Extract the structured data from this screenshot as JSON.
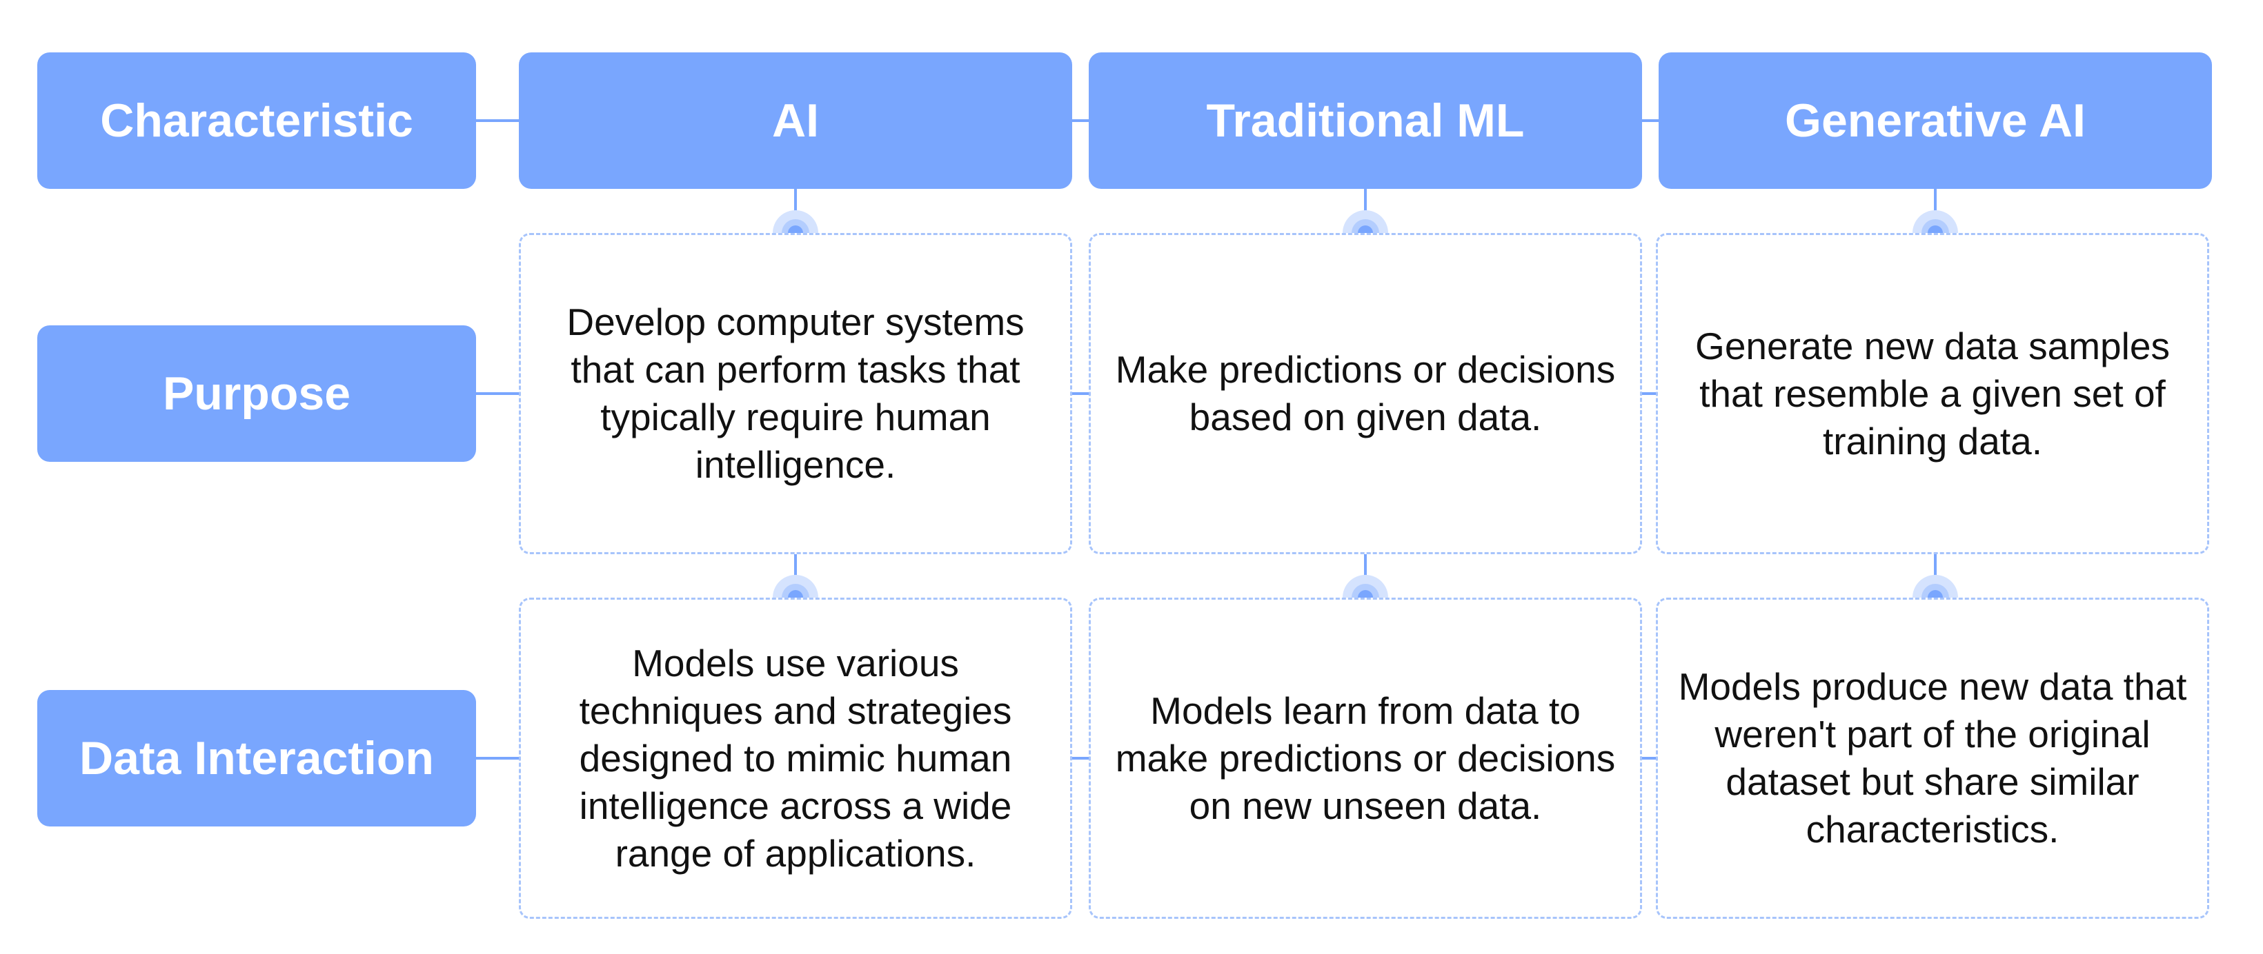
{
  "colors": {
    "header_fill": "#79a6fe",
    "header_text": "#ffffff",
    "connector": "#79a6fe",
    "node_halo": "#d5e3fe",
    "cell_border": "#a7c4fb",
    "cell_text": "#111111"
  },
  "table": {
    "corner_header": "Characteristic",
    "columns": [
      "AI",
      "Traditional ML",
      "Generative AI"
    ],
    "rows": [
      {
        "label": "Purpose",
        "cells": [
          "Develop computer systems that can perform tasks that typically require human intelligence.",
          "Make predictions or decisions based on given data.",
          "Generate new data samples that resemble a given set of training data."
        ]
      },
      {
        "label": "Data Interaction",
        "cells": [
          "Models use various techniques and strategies designed to mimic human intelligence across a wide range of applications.",
          "Models learn from data to make predictions or decisions on new unseen data.",
          "Models produce new data that weren't part of the original dataset but share similar characteristics."
        ]
      }
    ]
  }
}
